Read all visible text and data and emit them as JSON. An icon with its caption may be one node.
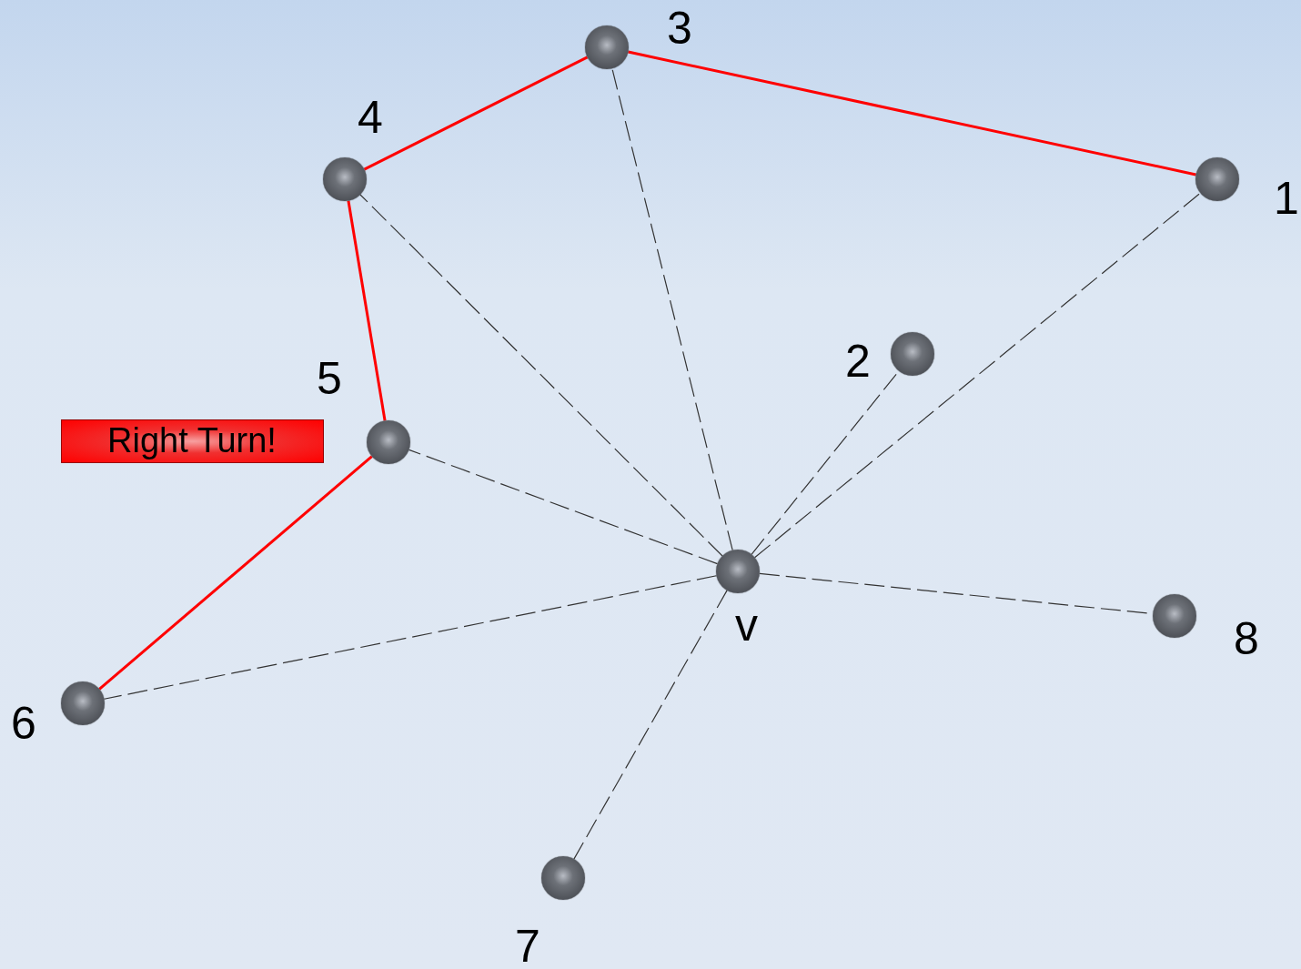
{
  "diagram": {
    "nodes": [
      {
        "text": [],
        "shape": "circle",
        "beside": [
          "3"
        ]
      },
      {
        "text": [],
        "shape": "circle",
        "beside": [
          "4"
        ]
      },
      {
        "text": [],
        "shape": "circle",
        "beside": [
          "1"
        ]
      },
      {
        "text": [],
        "shape": "circle",
        "beside": [
          "2"
        ]
      },
      {
        "text": [
          "Right Turn!"
        ]
      },
      {
        "text": [],
        "shape": "circle",
        "beside": [
          "5"
        ]
      },
      {
        "text": [],
        "shape": "circle",
        "beside": [
          "v"
        ]
      },
      {
        "text": [],
        "shape": "circle",
        "beside": [
          "8"
        ]
      },
      {
        "text": [],
        "shape": "circle",
        "beside": [
          "6"
        ]
      },
      {
        "text": [],
        "shape": "circle",
        "beside": [
          "7"
        ]
      }
    ],
    "edges": [
      {
        "from": 2,
        "to": 0,
        "arrow": "none",
        "color": "#ff0000"
      },
      {
        "from": 0,
        "to": 1,
        "arrow": "none",
        "color": "#ff0000"
      },
      {
        "from": 1,
        "to": 5,
        "arrow": "none",
        "color": "#ff0000"
      },
      {
        "from": 5,
        "to": 8,
        "arrow": "none",
        "color": "#ff0000"
      },
      {
        "from": 6,
        "to": 0,
        "arrow": "none",
        "style": "dashed"
      },
      {
        "from": 6,
        "to": 1,
        "arrow": "none",
        "style": "dashed"
      },
      {
        "from": 6,
        "to": 2,
        "arrow": "none",
        "style": "dashed"
      },
      {
        "from": 6,
        "to": 3,
        "arrow": "none",
        "style": "dashed"
      },
      {
        "from": 6,
        "to": 5,
        "arrow": "none",
        "style": "dashed"
      },
      {
        "from": 6,
        "to": 7,
        "arrow": "none",
        "style": "dashed"
      },
      {
        "from": 6,
        "to": 8,
        "arrow": "none",
        "style": "dashed"
      },
      {
        "from": 6,
        "to": 9,
        "arrow": "none",
        "style": "dashed"
      }
    ]
  }
}
